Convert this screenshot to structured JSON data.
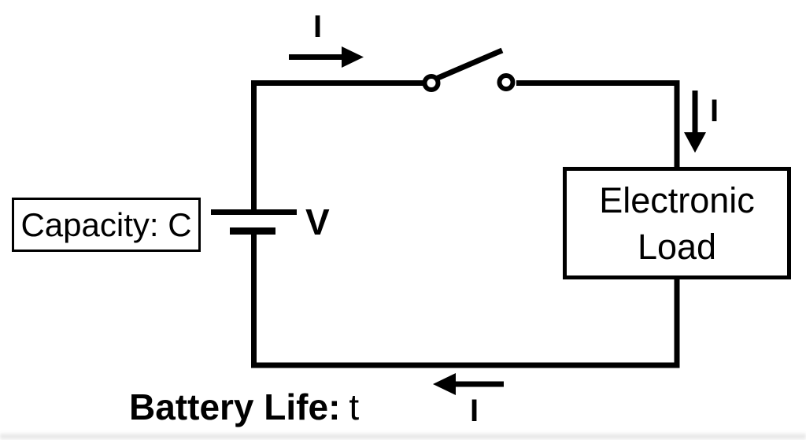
{
  "diagram": {
    "title_semantic": "battery-discharge-circuit",
    "labels": {
      "capacity": "Capacity: C",
      "voltage": "V",
      "load_line1": "Electronic",
      "load_line2": "Load",
      "battery_life": "Battery Life:",
      "battery_life_value": "t",
      "current_top": "I",
      "current_right": "I",
      "current_bottom": "I"
    },
    "colors": {
      "ink": "#000000",
      "background": "#ffffff"
    }
  }
}
